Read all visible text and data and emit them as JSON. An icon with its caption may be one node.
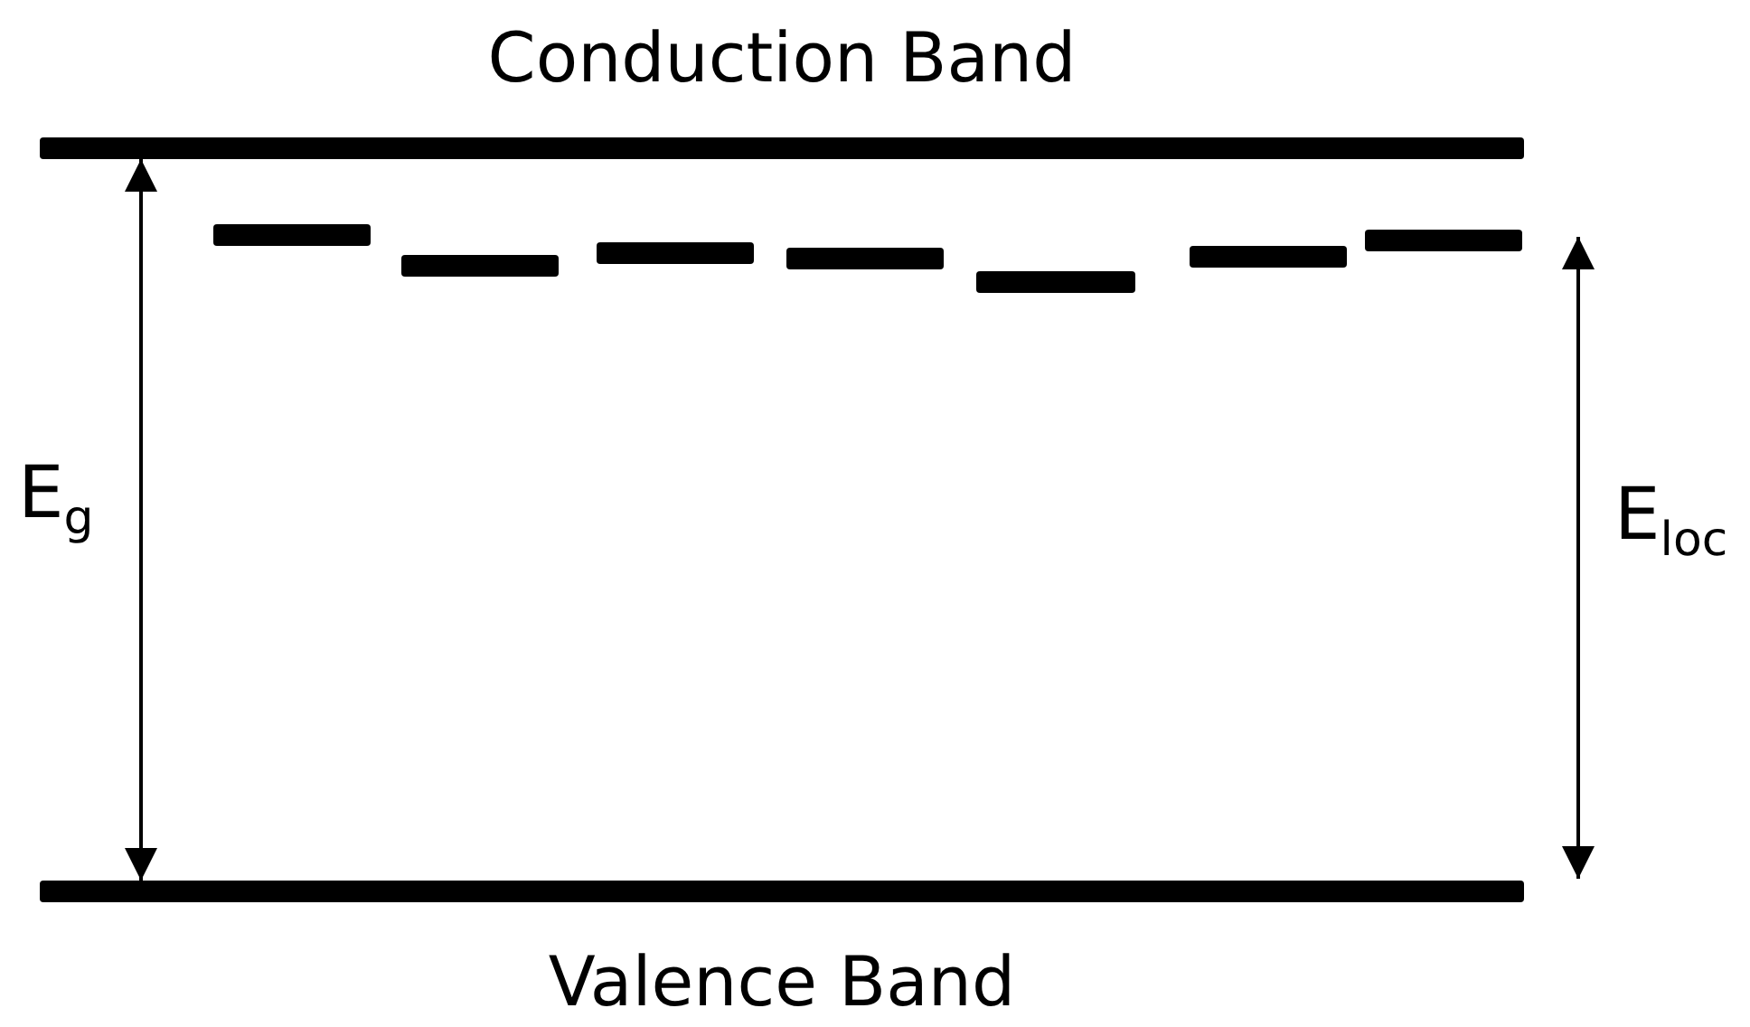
{
  "diagram": {
    "nodes": [
      {
        "text": [
          "Conduction Band"
        ]
      },
      {
        "text": [
          "Valence Band"
        ]
      },
      {
        "text": [],
        "shape": "bar"
      },
      {
        "text": [],
        "shape": "bar"
      },
      {
        "text": [],
        "shape": "bar"
      },
      {
        "text": [],
        "shape": "bar"
      },
      {
        "text": [],
        "shape": "bar"
      },
      {
        "text": [],
        "shape": "bar"
      },
      {
        "text": [],
        "shape": "bar"
      }
    ],
    "edges": [
      {
        "from": 0,
        "to": 1,
        "arrow": "both"
      }
    ],
    "labels": [
      "E$_{g}$",
      "E$_{loc}$"
    ]
  }
}
